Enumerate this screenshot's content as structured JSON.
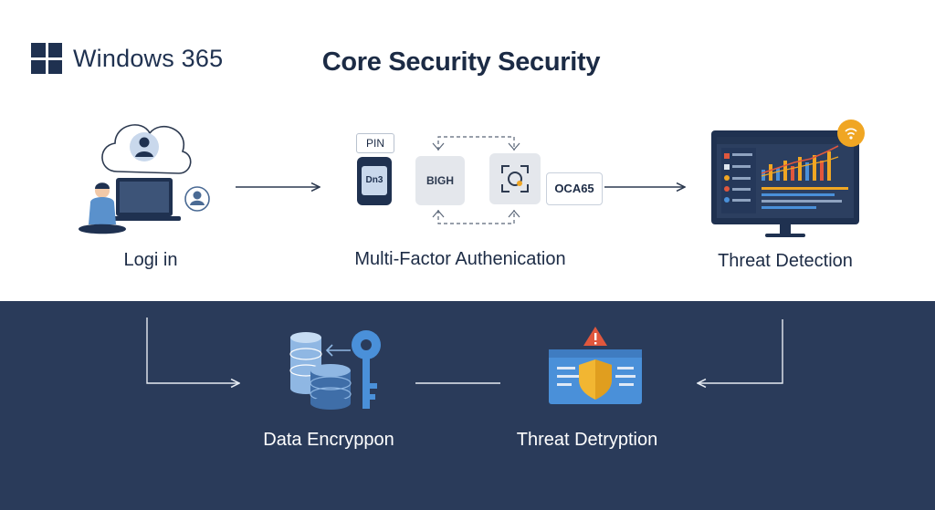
{
  "brand": {
    "name": "Windows 365"
  },
  "title": "Core Security Security",
  "steps": {
    "login": {
      "label": "Logi in"
    },
    "mfa": {
      "label": "Multi-Factor Authenication",
      "pin_label": "PIN",
      "phone_text": "Dn3",
      "tile_text": "BIGH",
      "code_text": "OCA65"
    },
    "threat_detection": {
      "label": "Threat Detection"
    },
    "data_encryption": {
      "label": "Data Encryppon"
    },
    "threat_detryption": {
      "label": "Threat Detryption"
    }
  },
  "colors": {
    "navy": "#1f3150",
    "bottom_band": "#2a3b5a",
    "accent_blue": "#4a90d9",
    "alert_orange": "#f0a623",
    "alert_red": "#e0573d",
    "shield_yellow": "#f2b632"
  }
}
